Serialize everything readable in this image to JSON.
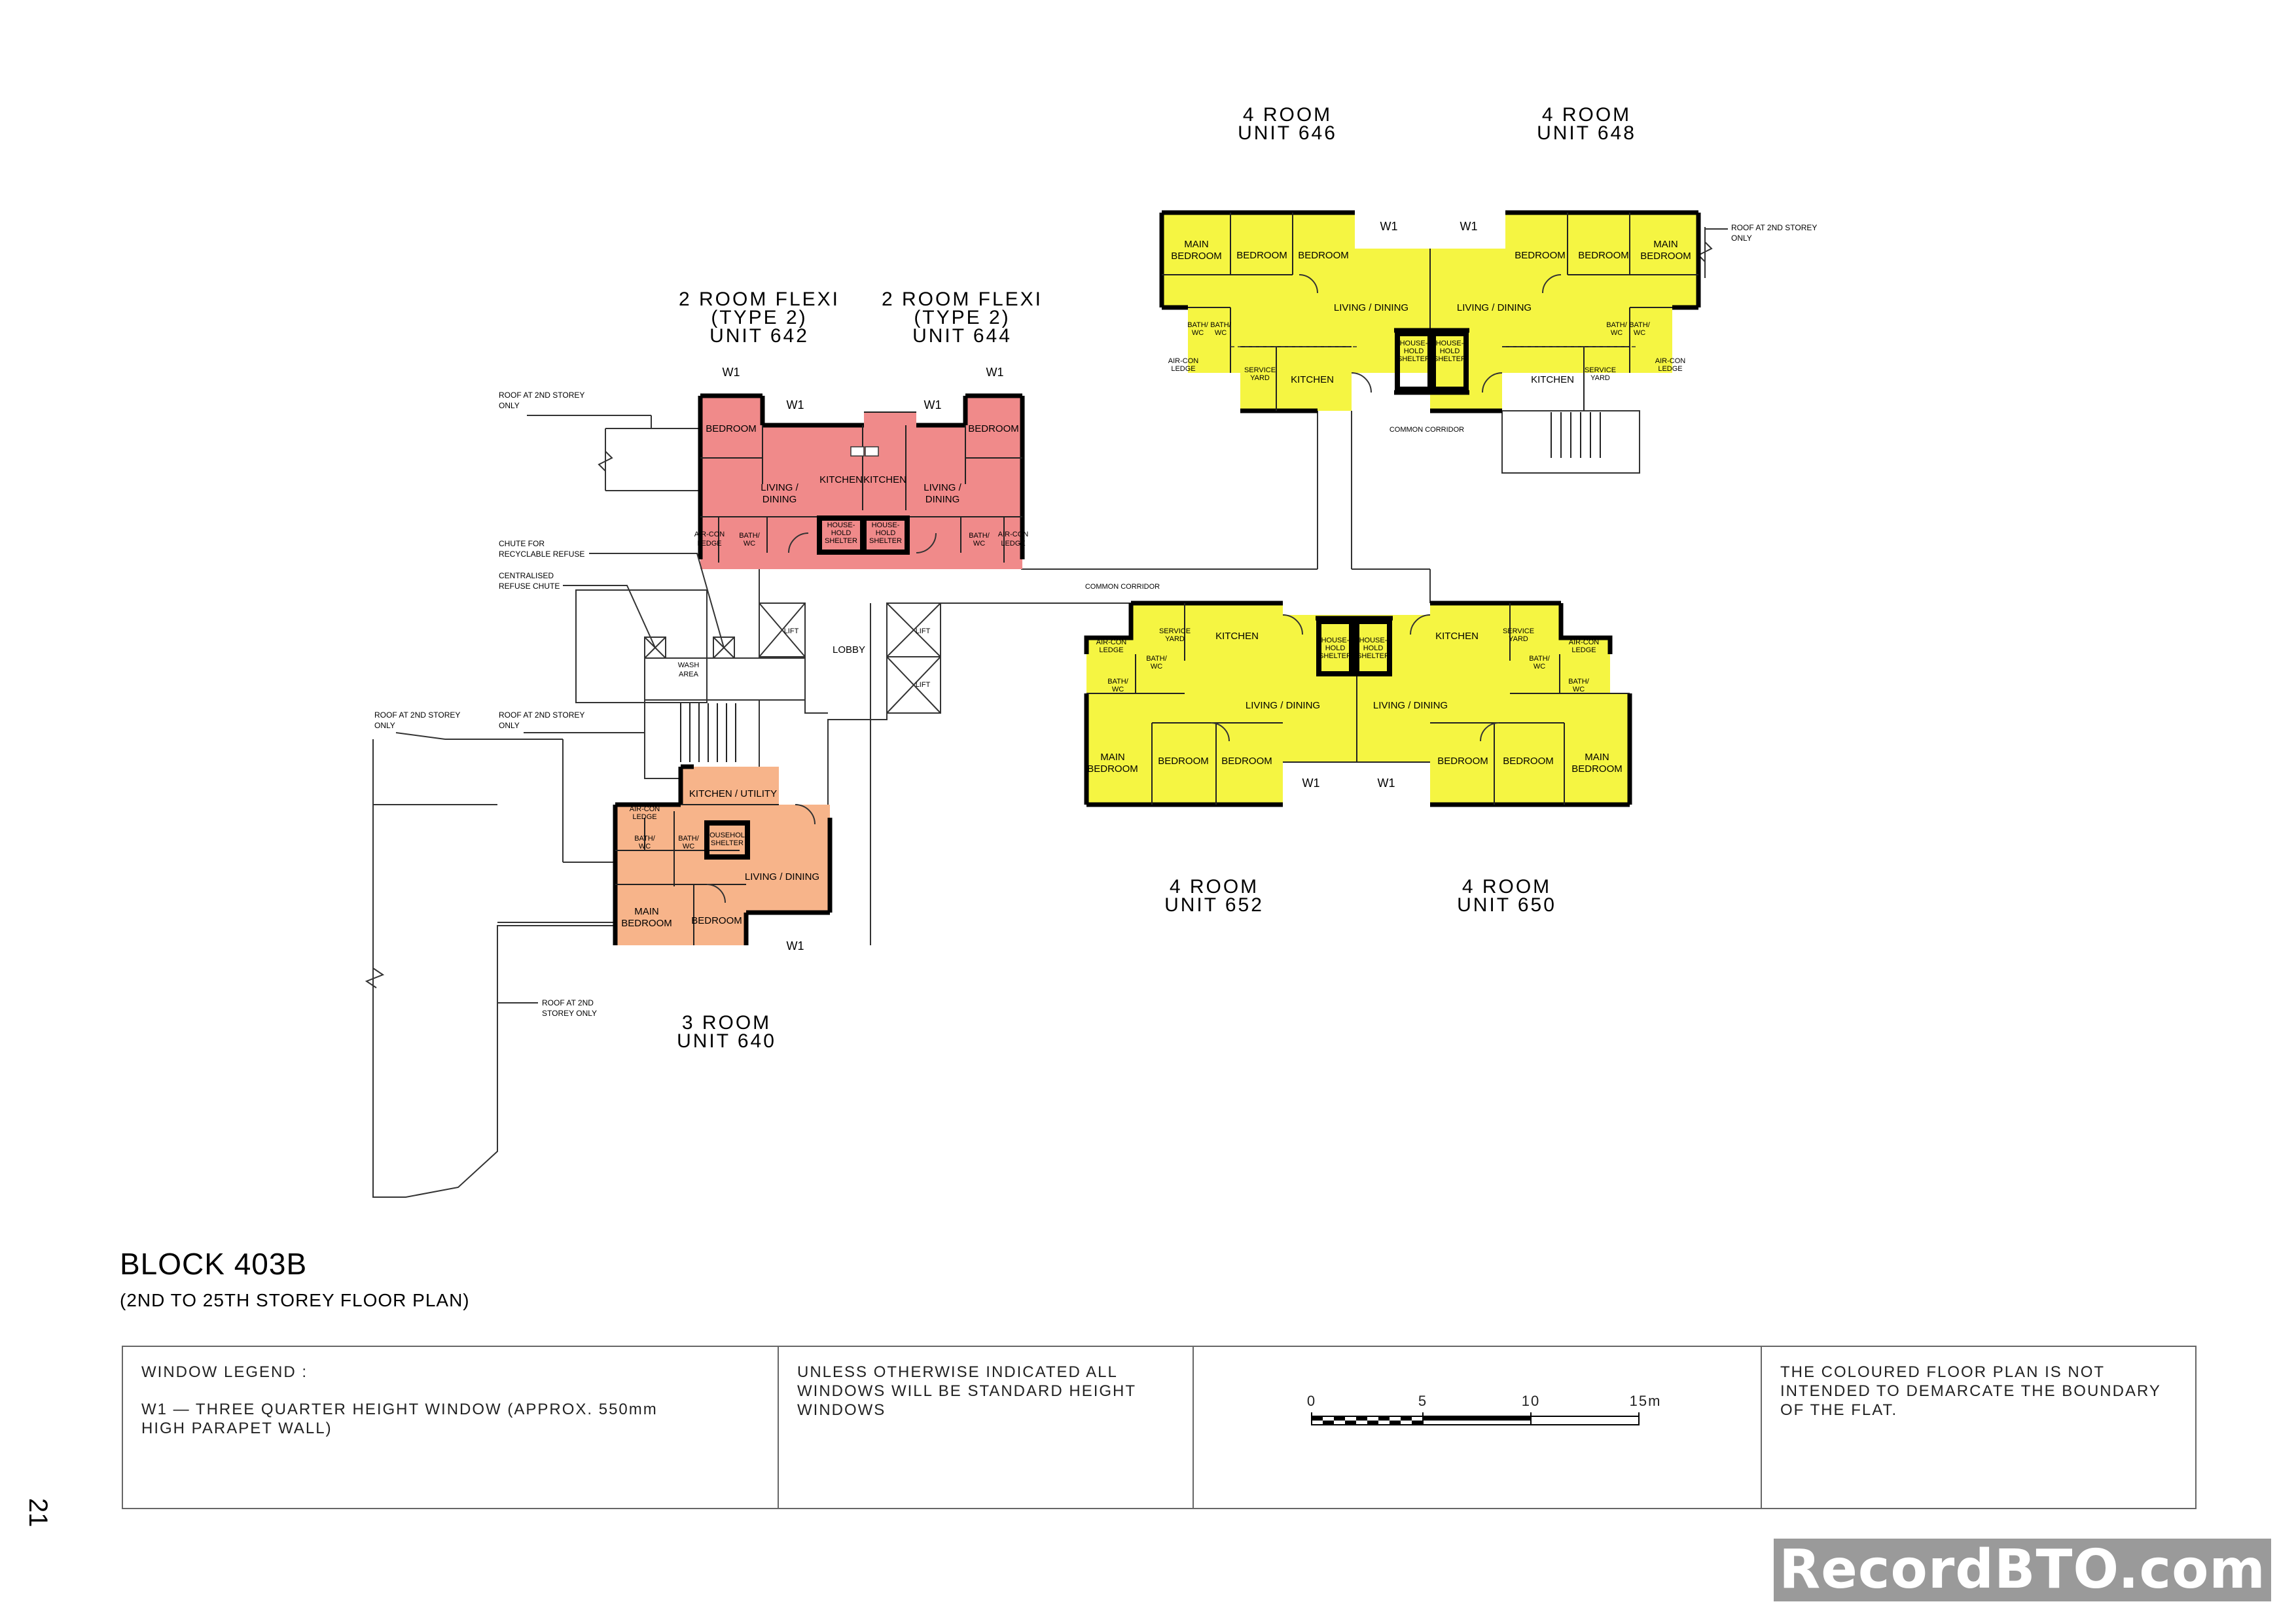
{
  "units": {
    "u646": {
      "line1": "4 ROOM",
      "line2": "UNIT 646"
    },
    "u648": {
      "line1": "4 ROOM",
      "line2": "UNIT 648"
    },
    "u642": {
      "line1": "2 ROOM FLEXI",
      "line2": "(TYPE 2)",
      "line3": "UNIT 642"
    },
    "u644": {
      "line1": "2 ROOM FLEXI",
      "line2": "(TYPE 2)",
      "line3": "UNIT 644"
    },
    "u652": {
      "line1": "4 ROOM",
      "line2": "UNIT 652"
    },
    "u650": {
      "line1": "4 ROOM",
      "line2": "UNIT 650"
    },
    "u640": {
      "line1": "3 ROOM",
      "line2": "UNIT 640"
    }
  },
  "rooms": {
    "main_bedroom_1": "MAIN",
    "main_bedroom_2": "BEDROOM",
    "bedroom": "BEDROOM",
    "living_dining": "LIVING / DINING",
    "living": "LIVING /",
    "dining": "DINING",
    "kitchen": "KITCHEN",
    "kitchen_utility": "KITCHEN / UTILITY",
    "bath_1": "BATH/",
    "bath_2": "WC",
    "service_1": "SERVICE",
    "service_2": "YARD",
    "aircon_1": "AIR-CON",
    "aircon_2": "LEDGE",
    "shelter_1": "HOUSE-",
    "shelter_2": "HOLD",
    "shelter_3": "SHELTER",
    "household_shelter_1": "HOUSEHOLD",
    "household_shelter_2": "SHELTER",
    "lift": "LIFT",
    "lobby": "LOBBY",
    "wash_1": "WASH",
    "wash_2": "AREA",
    "common_corridor": "COMMON CORRIDOR"
  },
  "window_tag": "W1",
  "notes": {
    "roof_1": "ROOF AT 2ND STOREY",
    "roof_2": "ONLY",
    "roof_alt_1": "ROOF AT 2ND",
    "roof_alt_2": "STOREY ONLY",
    "chute_1": "CHUTE FOR",
    "chute_2": "RECYCLABLE REFUSE",
    "central_1": "CENTRALISED",
    "central_2": "REFUSE CHUTE"
  },
  "block": {
    "title": "BLOCK 403B",
    "subtitle": "(2ND TO 25TH STOREY FLOOR PLAN)"
  },
  "legend": {
    "window_heading": "WINDOW LEGEND :",
    "window_desc_1": "W1 — THREE QUARTER HEIGHT WINDOW (APPROX. 550mm",
    "window_desc_2": "HIGH PARAPET WALL)",
    "standard_1": "UNLESS OTHERWISE INDICATED ALL",
    "standard_2": "WINDOWS WILL BE STANDARD HEIGHT",
    "standard_3": "WINDOWS",
    "disclaimer_1": "THE COLOURED FLOOR PLAN IS NOT",
    "disclaimer_2": "INTENDED TO DEMARCATE THE BOUNDARY",
    "disclaimer_3": "OF THE FLAT."
  },
  "scale_bar": {
    "ticks": [
      "0",
      "5",
      "10",
      "15m"
    ]
  },
  "page_number": "21",
  "watermark": "RecordBTO.com",
  "colors": {
    "four_room": "#f5f542",
    "two_room_flexi": "#f08a8a",
    "three_room": "#f7b48a",
    "wall": "#000000"
  }
}
